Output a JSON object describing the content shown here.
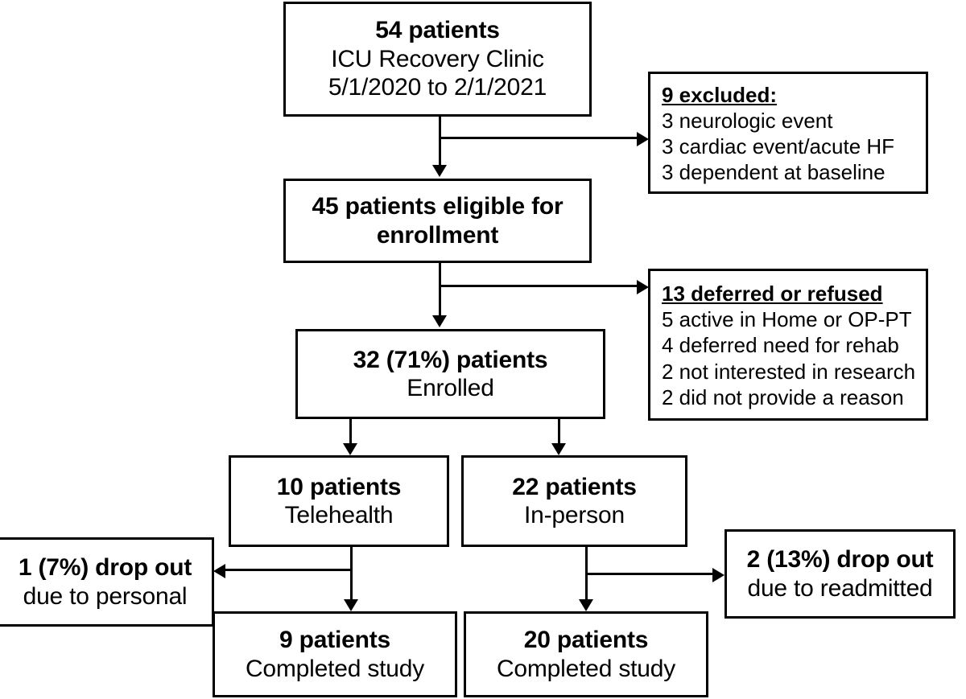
{
  "chart_data": {
    "type": "diagram",
    "title": "ICU Recovery Clinic study enrollment flow diagram",
    "orientation": "top-to-bottom",
    "nodes": [
      {
        "id": "screened",
        "lines": [
          "54 patients",
          "ICU Recovery Clinic",
          "5/1/2020 to 2/1/2021"
        ],
        "count": 54
      },
      {
        "id": "eligible",
        "lines": [
          "45 patients eligible for",
          "enrollment"
        ],
        "count": 45
      },
      {
        "id": "enrolled",
        "lines": [
          "32 (71%) patients",
          "Enrolled"
        ],
        "count": 32,
        "percent": 71
      },
      {
        "id": "excluded",
        "heading": "9 excluded:",
        "items": [
          "3 neurologic event",
          "3 cardiac event/acute HF",
          "3 dependent at baseline"
        ],
        "count": 9
      },
      {
        "id": "deferred",
        "heading": "13 deferred or refused",
        "items": [
          "5 active in Home or OP-PT",
          "4 deferred need for rehab",
          "2 not interested in research",
          "2 did not provide a reason"
        ],
        "count": 13
      },
      {
        "id": "telehealth",
        "lines": [
          "10 patients",
          "Telehealth"
        ],
        "count": 10
      },
      {
        "id": "inperson",
        "lines": [
          "22 patients",
          "In-person"
        ],
        "count": 22
      },
      {
        "id": "dropout_left",
        "lines": [
          "1 (7%) drop out",
          "due to personal"
        ],
        "count": 1,
        "percent": 7
      },
      {
        "id": "dropout_right",
        "lines": [
          "2 (13%) drop out",
          "due to readmitted"
        ],
        "count": 2,
        "percent": 13
      },
      {
        "id": "completed_left",
        "lines": [
          "9 patients",
          "Completed study"
        ],
        "count": 9
      },
      {
        "id": "completed_right",
        "lines": [
          "20 patients",
          "Completed study"
        ],
        "count": 20
      }
    ]
  },
  "boxes": {
    "screened": {
      "line1": "54 patients",
      "line2": "ICU Recovery Clinic",
      "line3": "5/1/2020 to 2/1/2021"
    },
    "eligible": {
      "line1": "45 patients eligible for",
      "line2": "enrollment"
    },
    "enrolled": {
      "line1": "32 (71%) patients",
      "line2": "Enrolled"
    },
    "excluded": {
      "heading": "9 excluded:",
      "item1": "3 neurologic event",
      "item2": "3 cardiac event/acute HF",
      "item3": "3 dependent at baseline"
    },
    "deferred": {
      "heading": "13 deferred or refused",
      "item1": "5 active in Home or OP-PT",
      "item2": "4 deferred need for rehab",
      "item3": "2 not interested in research",
      "item4": "2 did not provide a reason"
    },
    "telehealth": {
      "line1": "10 patients",
      "line2": "Telehealth"
    },
    "inperson": {
      "line1": "22 patients",
      "line2": "In-person"
    },
    "dropout_left": {
      "line1": "1 (7%) drop out",
      "line2": "due to personal"
    },
    "dropout_right": {
      "line1": "2 (13%) drop out",
      "line2": "due to readmitted"
    },
    "completed_left": {
      "line1": "9 patients",
      "line2": "Completed study"
    },
    "completed_right": {
      "line1": "20 patients",
      "line2": "Completed study"
    }
  },
  "colors": {
    "stroke": "#000000",
    "fill": "#ffffff",
    "text": "#000000"
  }
}
